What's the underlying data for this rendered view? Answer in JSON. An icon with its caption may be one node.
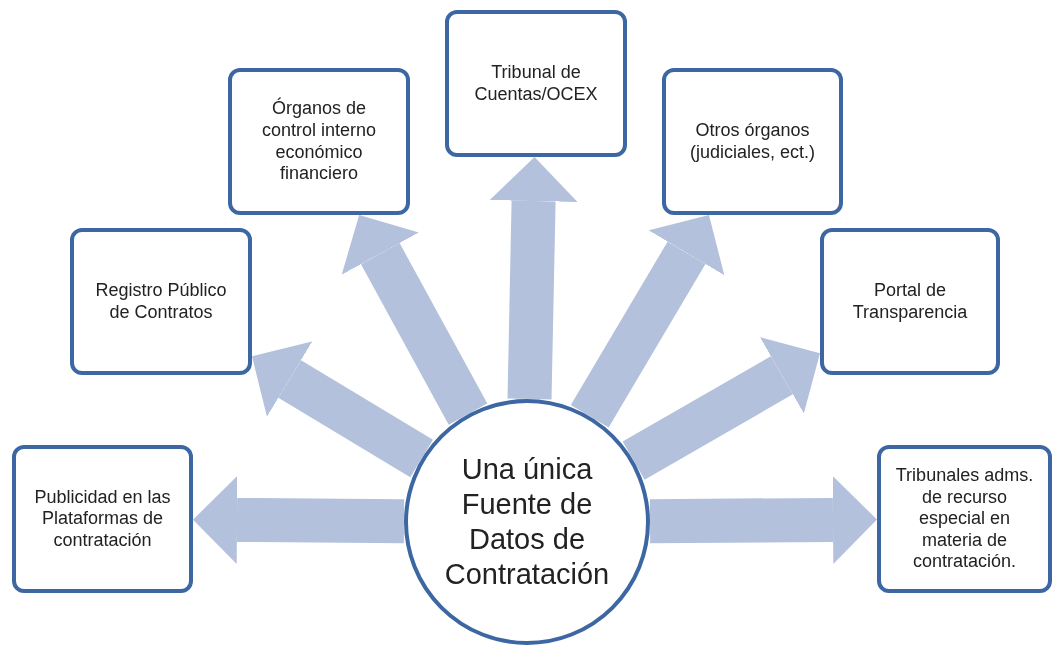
{
  "diagram": {
    "nodes": [
      {
        "text": [
          "Una única Fuente de Datos de Contratación"
        ]
      },
      {
        "text": [
          "Publicidad en las Plataformas de contratación"
        ]
      },
      {
        "text": [
          "Registro Público de Contratos"
        ]
      },
      {
        "text": [
          "Órganos de control interno económico financiero"
        ]
      },
      {
        "text": [
          "Tribunal de Cuentas/OCEX"
        ]
      },
      {
        "text": [
          "Otros órganos (judiciales, ect.)"
        ]
      },
      {
        "text": [
          "Portal de Transparencia"
        ]
      },
      {
        "text": [
          "Tribunales adms. de recurso especial en materia de contratación."
        ]
      }
    ],
    "edges": [
      {
        "from": 0,
        "to": 1,
        "arrow": "to"
      },
      {
        "from": 0,
        "to": 2,
        "arrow": "to"
      },
      {
        "from": 0,
        "to": 3,
        "arrow": "to"
      },
      {
        "from": 0,
        "to": 4,
        "arrow": "to"
      },
      {
        "from": 0,
        "to": 5,
        "arrow": "to"
      },
      {
        "from": 0,
        "to": 6,
        "arrow": "to"
      },
      {
        "from": 0,
        "to": 7,
        "arrow": "to"
      }
    ]
  }
}
